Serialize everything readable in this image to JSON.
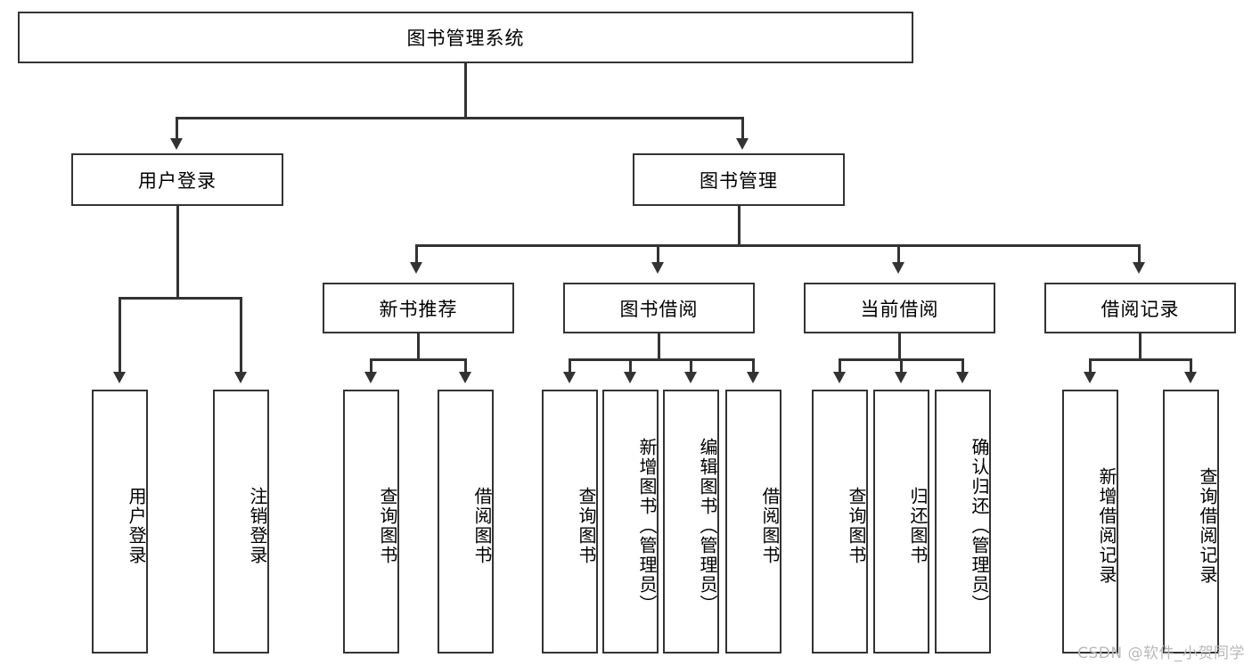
{
  "diagram": {
    "title": "图书管理系统",
    "root": {
      "label": "图书管理系统"
    },
    "level2": [
      {
        "label": "用户登录"
      },
      {
        "label": "图书管理"
      }
    ],
    "level3": [
      {
        "label": "新书推荐"
      },
      {
        "label": "图书借阅"
      },
      {
        "label": "当前借阅"
      },
      {
        "label": "借阅记录"
      }
    ],
    "leaves": [
      {
        "label": "用户登录",
        "parent": "用户登录"
      },
      {
        "label": "注销登录",
        "parent": "用户登录"
      },
      {
        "label": "查询图书",
        "parent": "新书推荐"
      },
      {
        "label": "借阅图书",
        "parent": "新书推荐"
      },
      {
        "label": "查询图书",
        "parent": "图书借阅"
      },
      {
        "label": "新增图书（管理员）",
        "parent": "图书借阅"
      },
      {
        "label": "编辑图书（管理员）",
        "parent": "图书借阅"
      },
      {
        "label": "借阅图书",
        "parent": "图书借阅"
      },
      {
        "label": "查询图书",
        "parent": "当前借阅"
      },
      {
        "label": "归还图书",
        "parent": "当前借阅"
      },
      {
        "label": "确认归还（管理员）",
        "parent": "当前借阅"
      },
      {
        "label": "新增借阅记录",
        "parent": "借阅记录"
      },
      {
        "label": "查询借阅记录",
        "parent": "借阅记录"
      }
    ]
  },
  "watermark": {
    "text": "CSDN @软件_小贺同学"
  },
  "colors": {
    "stroke": "#333333",
    "background": "#ffffff",
    "watermark": "#b9b9b9"
  }
}
